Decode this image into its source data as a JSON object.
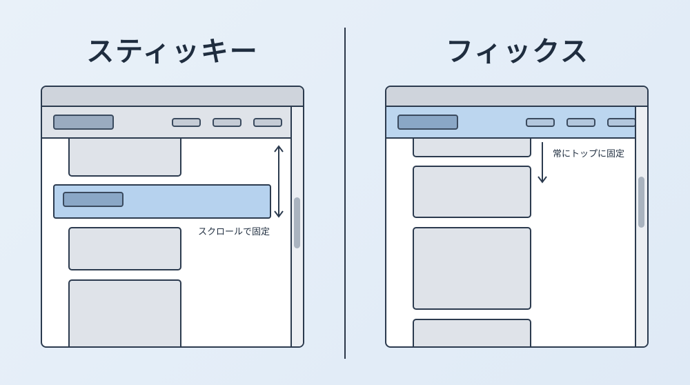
{
  "sticky": {
    "title": "スティッキー",
    "annotation": "スクロールで固定"
  },
  "fixed": {
    "title": "フィックス",
    "annotation": "常にトップに固定"
  },
  "icons": {
    "sticky_arrow": "double-headed-vertical-arrow-icon",
    "fixed_arrow": "down-arrow-icon"
  },
  "colors": {
    "background": "#e4edf7",
    "outline": "#2b3a4e",
    "highlight": "#b6d2ee",
    "block": "#dfe3e9"
  }
}
